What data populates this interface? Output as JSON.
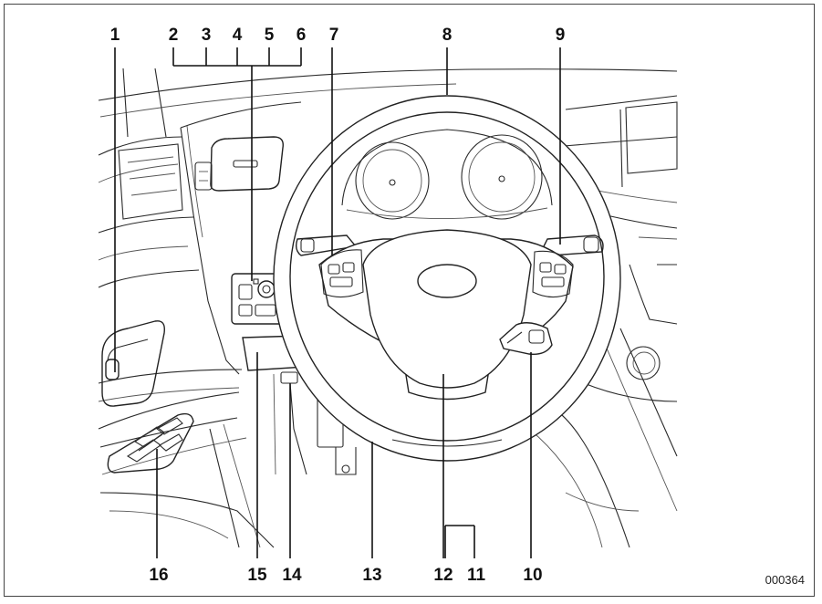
{
  "callouts": [
    "1",
    "2",
    "3",
    "4",
    "5",
    "6",
    "7",
    "8",
    "9",
    "10",
    "11",
    "12",
    "13",
    "14",
    "15",
    "16"
  ],
  "figure_id": "000364"
}
